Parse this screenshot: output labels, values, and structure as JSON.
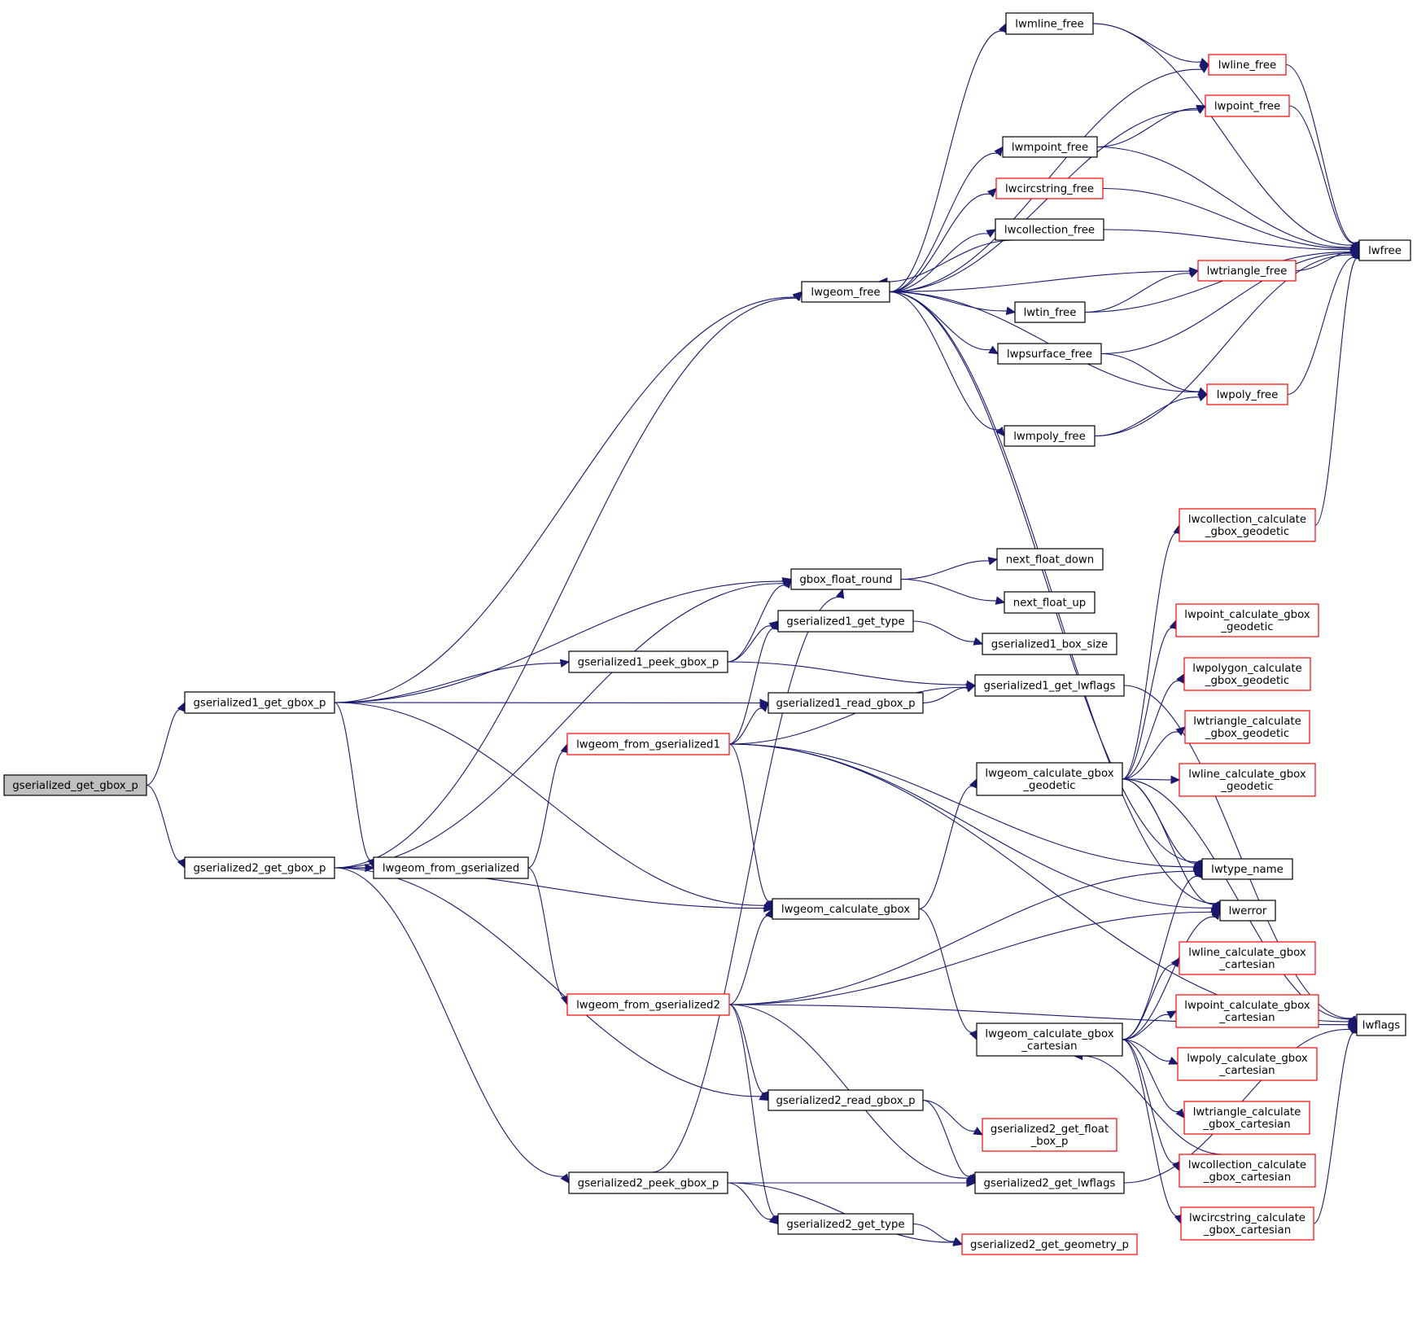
{
  "diagram": {
    "type": "call-graph",
    "root": "gserialized_get_gbox_p",
    "colors": {
      "edge": "#191970",
      "border_default": "#000000",
      "border_truncated": "#ff0000",
      "root_fill": "#bfbfbf"
    },
    "nodes": [
      {
        "id": "gserialized_get_gbox_p",
        "lines": [
          "gserialized_get_gbox_p"
        ],
        "style": "root"
      },
      {
        "id": "gserialized1_get_gbox_p",
        "lines": [
          "gserialized1_get_gbox_p"
        ],
        "style": "black"
      },
      {
        "id": "gserialized2_get_gbox_p",
        "lines": [
          "gserialized2_get_gbox_p"
        ],
        "style": "black"
      },
      {
        "id": "lwgeom_free",
        "lines": [
          "lwgeom_free"
        ],
        "style": "black"
      },
      {
        "id": "gbox_float_round",
        "lines": [
          "gbox_float_round"
        ],
        "style": "black"
      },
      {
        "id": "gserialized1_peek_gbox_p",
        "lines": [
          "gserialized1_peek_gbox_p"
        ],
        "style": "black"
      },
      {
        "id": "gserialized1_read_gbox_p",
        "lines": [
          "gserialized1_read_gbox_p"
        ],
        "style": "black"
      },
      {
        "id": "lwgeom_from_gserialized",
        "lines": [
          "lwgeom_from_gserialized"
        ],
        "style": "black"
      },
      {
        "id": "lwgeom_calculate_gbox",
        "lines": [
          "lwgeom_calculate_gbox"
        ],
        "style": "black"
      },
      {
        "id": "gserialized2_read_gbox_p",
        "lines": [
          "gserialized2_read_gbox_p"
        ],
        "style": "black"
      },
      {
        "id": "gserialized2_peek_gbox_p",
        "lines": [
          "gserialized2_peek_gbox_p"
        ],
        "style": "black"
      },
      {
        "id": "lwmline_free",
        "lines": [
          "lwmline_free"
        ],
        "style": "black"
      },
      {
        "id": "lwline_free",
        "lines": [
          "lwline_free"
        ],
        "style": "red"
      },
      {
        "id": "lwpoint_free",
        "lines": [
          "lwpoint_free"
        ],
        "style": "red"
      },
      {
        "id": "lwmpoint_free",
        "lines": [
          "lwmpoint_free"
        ],
        "style": "black"
      },
      {
        "id": "lwcircstring_free",
        "lines": [
          "lwcircstring_free"
        ],
        "style": "red"
      },
      {
        "id": "lwcollection_free",
        "lines": [
          "lwcollection_free"
        ],
        "style": "black"
      },
      {
        "id": "lwtriangle_free",
        "lines": [
          "lwtriangle_free"
        ],
        "style": "red"
      },
      {
        "id": "lwtin_free",
        "lines": [
          "lwtin_free"
        ],
        "style": "black"
      },
      {
        "id": "lwpsurface_free",
        "lines": [
          "lwpsurface_free"
        ],
        "style": "black"
      },
      {
        "id": "lwpoly_free",
        "lines": [
          "lwpoly_free"
        ],
        "style": "red"
      },
      {
        "id": "lwmpoly_free",
        "lines": [
          "lwmpoly_free"
        ],
        "style": "black"
      },
      {
        "id": "lwfree",
        "lines": [
          "lwfree"
        ],
        "style": "black"
      },
      {
        "id": "next_float_down",
        "lines": [
          "next_float_down"
        ],
        "style": "black"
      },
      {
        "id": "next_float_up",
        "lines": [
          "next_float_up"
        ],
        "style": "black"
      },
      {
        "id": "gserialized1_get_type",
        "lines": [
          "gserialized1_get_type"
        ],
        "style": "black"
      },
      {
        "id": "gserialized1_box_size",
        "lines": [
          "gserialized1_box_size"
        ],
        "style": "black"
      },
      {
        "id": "gserialized1_get_lwflags",
        "lines": [
          "gserialized1_get_lwflags"
        ],
        "style": "black"
      },
      {
        "id": "lwgeom_from_gserialized1",
        "lines": [
          "lwgeom_from_gserialized1"
        ],
        "style": "red"
      },
      {
        "id": "lwgeom_from_gserialized2",
        "lines": [
          "lwgeom_from_gserialized2"
        ],
        "style": "red"
      },
      {
        "id": "lwgeom_calculate_gbox_geodetic",
        "lines": [
          "lwgeom_calculate_gbox",
          "_geodetic"
        ],
        "style": "black"
      },
      {
        "id": "lwgeom_calculate_gbox_cartesian",
        "lines": [
          "lwgeom_calculate_gbox",
          "_cartesian"
        ],
        "style": "black"
      },
      {
        "id": "lwcollection_calculate_gbox_geodetic",
        "lines": [
          "lwcollection_calculate",
          "_gbox_geodetic"
        ],
        "style": "red"
      },
      {
        "id": "lwpoint_calculate_gbox_geodetic",
        "lines": [
          "lwpoint_calculate_gbox",
          "_geodetic"
        ],
        "style": "red"
      },
      {
        "id": "lwpolygon_calculate_gbox_geodetic",
        "lines": [
          "lwpolygon_calculate",
          "_gbox_geodetic"
        ],
        "style": "red"
      },
      {
        "id": "lwtriangle_calculate_gbox_geodetic",
        "lines": [
          "lwtriangle_calculate",
          "_gbox_geodetic"
        ],
        "style": "red"
      },
      {
        "id": "lwline_calculate_gbox_geodetic",
        "lines": [
          "lwline_calculate_gbox",
          "_geodetic"
        ],
        "style": "red"
      },
      {
        "id": "lwtype_name",
        "lines": [
          "lwtype_name"
        ],
        "style": "black"
      },
      {
        "id": "lwerror",
        "lines": [
          "lwerror"
        ],
        "style": "black"
      },
      {
        "id": "lwline_calculate_gbox_cartesian",
        "lines": [
          "lwline_calculate_gbox",
          "_cartesian"
        ],
        "style": "red"
      },
      {
        "id": "lwpoint_calculate_gbox_cartesian",
        "lines": [
          "lwpoint_calculate_gbox",
          "_cartesian"
        ],
        "style": "red"
      },
      {
        "id": "lwpoly_calculate_gbox_cartesian",
        "lines": [
          "lwpoly_calculate_gbox",
          "_cartesian"
        ],
        "style": "red"
      },
      {
        "id": "lwtriangle_calculate_gbox_cartesian",
        "lines": [
          "lwtriangle_calculate",
          "_gbox_cartesian"
        ],
        "style": "red"
      },
      {
        "id": "lwcollection_calculate_gbox_cartesian",
        "lines": [
          "lwcollection_calculate",
          "_gbox_cartesian"
        ],
        "style": "red"
      },
      {
        "id": "lwcircstring_calculate_gbox_cartesian",
        "lines": [
          "lwcircstring_calculate",
          "_gbox_cartesian"
        ],
        "style": "red"
      },
      {
        "id": "lwflags",
        "lines": [
          "lwflags"
        ],
        "style": "black"
      },
      {
        "id": "gserialized2_get_float_box_p",
        "lines": [
          "gserialized2_get_float",
          "_box_p"
        ],
        "style": "red"
      },
      {
        "id": "gserialized2_get_lwflags",
        "lines": [
          "gserialized2_get_lwflags"
        ],
        "style": "black"
      },
      {
        "id": "gserialized2_get_type",
        "lines": [
          "gserialized2_get_type"
        ],
        "style": "black"
      },
      {
        "id": "gserialized2_get_geometry_p",
        "lines": [
          "gserialized2_get_geometry_p"
        ],
        "style": "red"
      }
    ],
    "edges": [
      [
        "gserialized_get_gbox_p",
        "gserialized1_get_gbox_p"
      ],
      [
        "gserialized_get_gbox_p",
        "gserialized2_get_gbox_p"
      ],
      [
        "gserialized1_get_gbox_p",
        "lwgeom_free"
      ],
      [
        "gserialized1_get_gbox_p",
        "gbox_float_round"
      ],
      [
        "gserialized1_get_gbox_p",
        "gserialized1_peek_gbox_p"
      ],
      [
        "gserialized1_get_gbox_p",
        "gserialized1_read_gbox_p"
      ],
      [
        "gserialized1_get_gbox_p",
        "lwgeom_from_gserialized"
      ],
      [
        "gserialized1_get_gbox_p",
        "lwgeom_calculate_gbox"
      ],
      [
        "gserialized2_get_gbox_p",
        "lwgeom_free"
      ],
      [
        "gserialized2_get_gbox_p",
        "gbox_float_round"
      ],
      [
        "gserialized2_get_gbox_p",
        "lwgeom_from_gserialized"
      ],
      [
        "gserialized2_get_gbox_p",
        "lwgeom_calculate_gbox"
      ],
      [
        "gserialized2_get_gbox_p",
        "gserialized2_read_gbox_p"
      ],
      [
        "gserialized2_get_gbox_p",
        "gserialized2_peek_gbox_p"
      ],
      [
        "lwgeom_free",
        "lwmline_free"
      ],
      [
        "lwgeom_free",
        "lwline_free"
      ],
      [
        "lwgeom_free",
        "lwpoint_free"
      ],
      [
        "lwgeom_free",
        "lwmpoint_free"
      ],
      [
        "lwgeom_free",
        "lwcircstring_free"
      ],
      [
        "lwgeom_free",
        "lwcollection_free"
      ],
      [
        "lwgeom_free",
        "lwtriangle_free"
      ],
      [
        "lwgeom_free",
        "lwtin_free"
      ],
      [
        "lwgeom_free",
        "lwpsurface_free"
      ],
      [
        "lwgeom_free",
        "lwpoly_free"
      ],
      [
        "lwgeom_free",
        "lwmpoly_free"
      ],
      [
        "lwgeom_free",
        "lwtype_name"
      ],
      [
        "lwgeom_free",
        "lwerror"
      ],
      [
        "lwcollection_free",
        "lwgeom_free"
      ],
      [
        "lwmline_free",
        "lwline_free"
      ],
      [
        "lwmline_free",
        "lwfree"
      ],
      [
        "lwline_free",
        "lwfree"
      ],
      [
        "lwpoint_free",
        "lwfree"
      ],
      [
        "lwmpoint_free",
        "lwpoint_free"
      ],
      [
        "lwmpoint_free",
        "lwfree"
      ],
      [
        "lwcircstring_free",
        "lwfree"
      ],
      [
        "lwcollection_free",
        "lwfree"
      ],
      [
        "lwtriangle_free",
        "lwfree"
      ],
      [
        "lwtin_free",
        "lwtriangle_free"
      ],
      [
        "lwtin_free",
        "lwfree"
      ],
      [
        "lwpsurface_free",
        "lwpoly_free"
      ],
      [
        "lwpsurface_free",
        "lwfree"
      ],
      [
        "lwpoly_free",
        "lwfree"
      ],
      [
        "lwmpoly_free",
        "lwpoly_free"
      ],
      [
        "lwmpoly_free",
        "lwfree"
      ],
      [
        "gbox_float_round",
        "next_float_down"
      ],
      [
        "gbox_float_round",
        "next_float_up"
      ],
      [
        "gserialized1_peek_gbox_p",
        "gbox_float_round"
      ],
      [
        "gserialized1_peek_gbox_p",
        "gserialized1_get_type"
      ],
      [
        "gserialized1_peek_gbox_p",
        "gserialized1_get_lwflags"
      ],
      [
        "gserialized1_get_type",
        "gserialized1_box_size"
      ],
      [
        "gserialized1_read_gbox_p",
        "gserialized1_get_lwflags"
      ],
      [
        "lwgeom_from_gserialized",
        "lwgeom_from_gserialized1"
      ],
      [
        "lwgeom_from_gserialized",
        "lwgeom_from_gserialized2"
      ],
      [
        "lwgeom_from_gserialized1",
        "gserialized1_get_type"
      ],
      [
        "lwgeom_from_gserialized1",
        "gserialized1_read_gbox_p"
      ],
      [
        "lwgeom_from_gserialized1",
        "gserialized1_get_lwflags"
      ],
      [
        "lwgeom_from_gserialized1",
        "lwflags"
      ],
      [
        "lwgeom_from_gserialized1",
        "lwgeom_calculate_gbox"
      ],
      [
        "lwgeom_from_gserialized1",
        "lwtype_name"
      ],
      [
        "lwgeom_from_gserialized1",
        "lwerror"
      ],
      [
        "lwgeom_from_gserialized2",
        "lwgeom_calculate_gbox"
      ],
      [
        "lwgeom_from_gserialized2",
        "lwtype_name"
      ],
      [
        "lwgeom_from_gserialized2",
        "lwerror"
      ],
      [
        "lwgeom_from_gserialized2",
        "gserialized2_read_gbox_p"
      ],
      [
        "lwgeom_from_gserialized2",
        "gserialized2_get_lwflags"
      ],
      [
        "lwgeom_from_gserialized2",
        "gserialized2_get_type"
      ],
      [
        "lwgeom_from_gserialized2",
        "lwflags"
      ],
      [
        "lwgeom_calculate_gbox",
        "lwgeom_calculate_gbox_geodetic"
      ],
      [
        "lwgeom_calculate_gbox",
        "lwgeom_calculate_gbox_cartesian"
      ],
      [
        "lwgeom_calculate_gbox_geodetic",
        "lwcollection_calculate_gbox_geodetic"
      ],
      [
        "lwgeom_calculate_gbox_geodetic",
        "lwpoint_calculate_gbox_geodetic"
      ],
      [
        "lwgeom_calculate_gbox_geodetic",
        "lwpolygon_calculate_gbox_geodetic"
      ],
      [
        "lwgeom_calculate_gbox_geodetic",
        "lwtriangle_calculate_gbox_geodetic"
      ],
      [
        "lwgeom_calculate_gbox_geodetic",
        "lwline_calculate_gbox_geodetic"
      ],
      [
        "lwgeom_calculate_gbox_geodetic",
        "lwtype_name"
      ],
      [
        "lwgeom_calculate_gbox_geodetic",
        "lwerror"
      ],
      [
        "lwgeom_calculate_gbox_geodetic",
        "lwflags"
      ],
      [
        "lwcollection_calculate_gbox_geodetic",
        "lwfree"
      ],
      [
        "gserialized1_get_lwflags",
        "lwflags"
      ],
      [
        "lwgeom_calculate_gbox_cartesian",
        "lwline_calculate_gbox_cartesian"
      ],
      [
        "lwgeom_calculate_gbox_cartesian",
        "lwpoint_calculate_gbox_cartesian"
      ],
      [
        "lwgeom_calculate_gbox_cartesian",
        "lwpoly_calculate_gbox_cartesian"
      ],
      [
        "lwgeom_calculate_gbox_cartesian",
        "lwtriangle_calculate_gbox_cartesian"
      ],
      [
        "lwgeom_calculate_gbox_cartesian",
        "lwcollection_calculate_gbox_cartesian"
      ],
      [
        "lwgeom_calculate_gbox_cartesian",
        "lwcircstring_calculate_gbox_cartesian"
      ],
      [
        "lwgeom_calculate_gbox_cartesian",
        "lwtype_name"
      ],
      [
        "lwgeom_calculate_gbox_cartesian",
        "lwerror"
      ],
      [
        "lwcollection_calculate_gbox_cartesian",
        "lwgeom_calculate_gbox_cartesian"
      ],
      [
        "lwcircstring_calculate_gbox_cartesian",
        "lwflags"
      ],
      [
        "gserialized2_read_gbox_p",
        "gserialized2_get_float_box_p"
      ],
      [
        "gserialized2_read_gbox_p",
        "gserialized2_get_lwflags"
      ],
      [
        "gserialized2_peek_gbox_p",
        "gbox_float_round"
      ],
      [
        "gserialized2_peek_gbox_p",
        "gserialized2_get_lwflags"
      ],
      [
        "gserialized2_peek_gbox_p",
        "gserialized2_get_type"
      ],
      [
        "gserialized2_peek_gbox_p",
        "gserialized2_get_geometry_p"
      ],
      [
        "gserialized2_get_type",
        "gserialized2_get_geometry_p"
      ],
      [
        "gserialized2_get_lwflags",
        "lwflags"
      ]
    ]
  }
}
